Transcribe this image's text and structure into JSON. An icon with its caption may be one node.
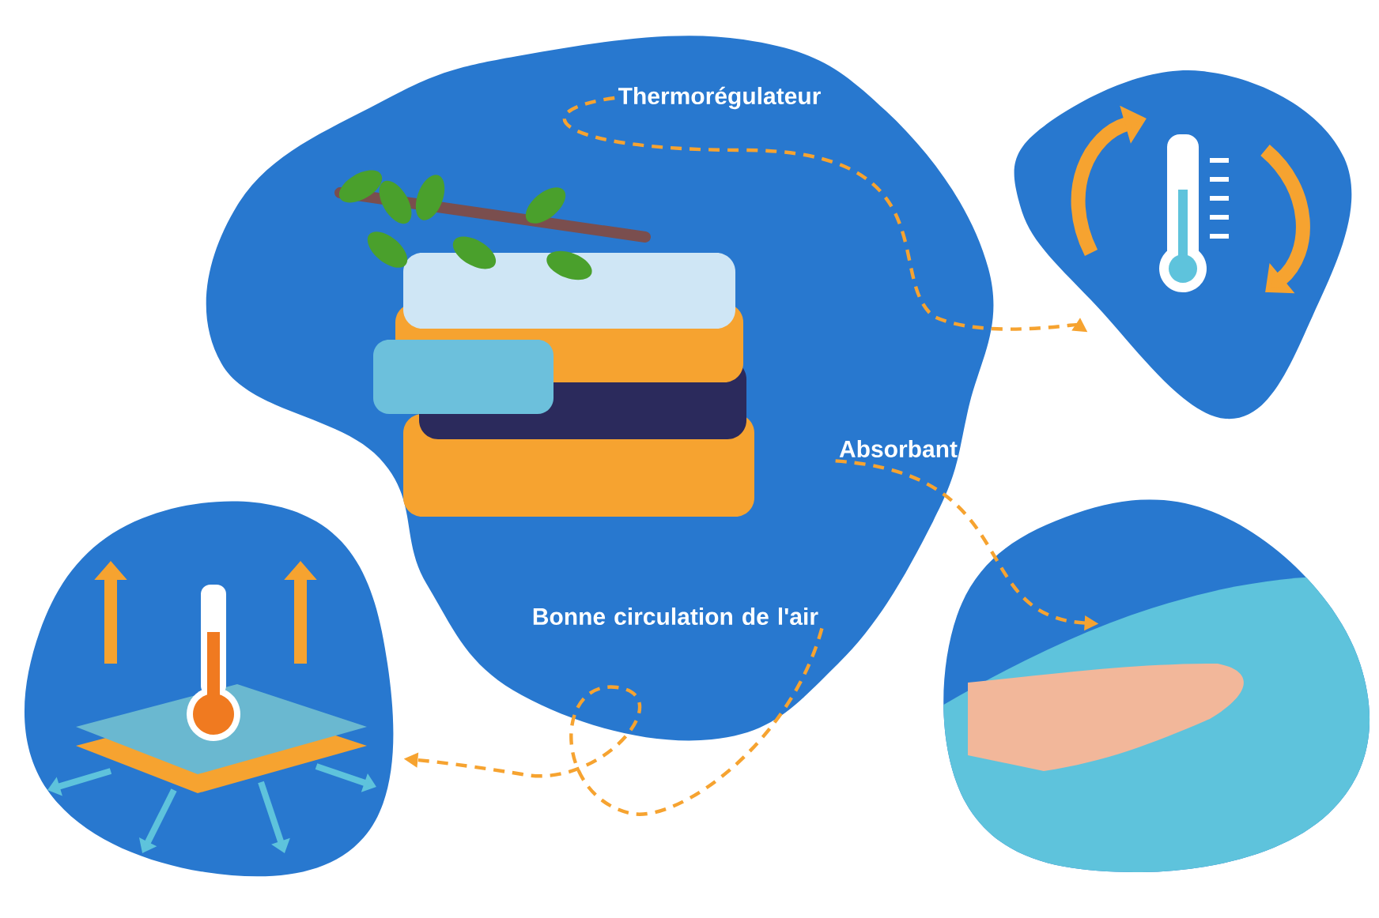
{
  "diagram": {
    "nodes": [
      {
        "text": [
          "Thermorégulateur"
        ]
      },
      {
        "text": [],
        "shape": "picture"
      },
      {
        "text": [
          "Absorbant"
        ]
      },
      {
        "text": [],
        "shape": "picture"
      },
      {
        "text": [
          "Bonne circulation de l'air"
        ]
      },
      {
        "text": [],
        "shape": "picture"
      }
    ],
    "edges": [
      {
        "from": 0,
        "to": 1,
        "arrow": "to",
        "style": "dashed"
      },
      {
        "from": 2,
        "to": 3,
        "arrow": "to",
        "style": "dashed"
      },
      {
        "from": 4,
        "to": 5,
        "arrow": "to",
        "style": "dashed"
      }
    ]
  }
}
